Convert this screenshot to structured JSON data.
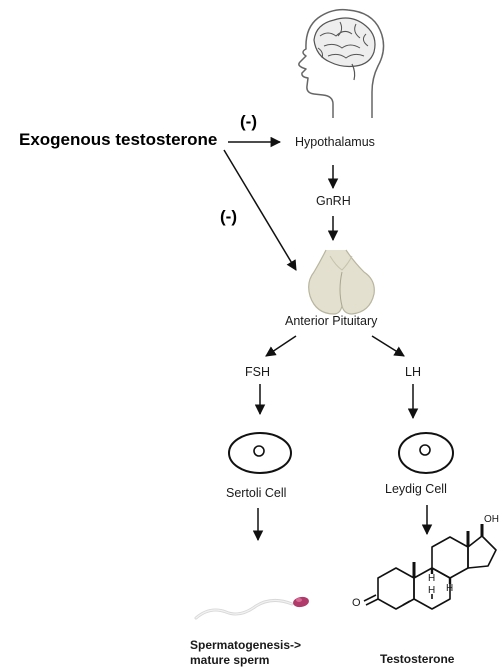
{
  "labels": {
    "exogenous": "Exogenous testosterone",
    "neg1": "(-)",
    "neg2": "(-)",
    "hypothalamus": "Hypothalamus",
    "gnrh": "GnRH",
    "anterior_pituitary": "Anterior Pituitary",
    "fsh": "FSH",
    "lh": "LH",
    "sertoli": "Sertoli Cell",
    "leydig": "Leydig Cell",
    "spermatogenesis_1": "Spermatogenesis->",
    "spermatogenesis_2": "mature sperm",
    "testosterone": "Testosterone",
    "oh": "OH",
    "o": "O",
    "h1": "H",
    "h2": "H",
    "h3": "H"
  },
  "colors": {
    "line": "#111111",
    "pituitary_fill": "#e3e0cf",
    "sperm_head": "#b03a6a",
    "head_outline": "#666666"
  }
}
